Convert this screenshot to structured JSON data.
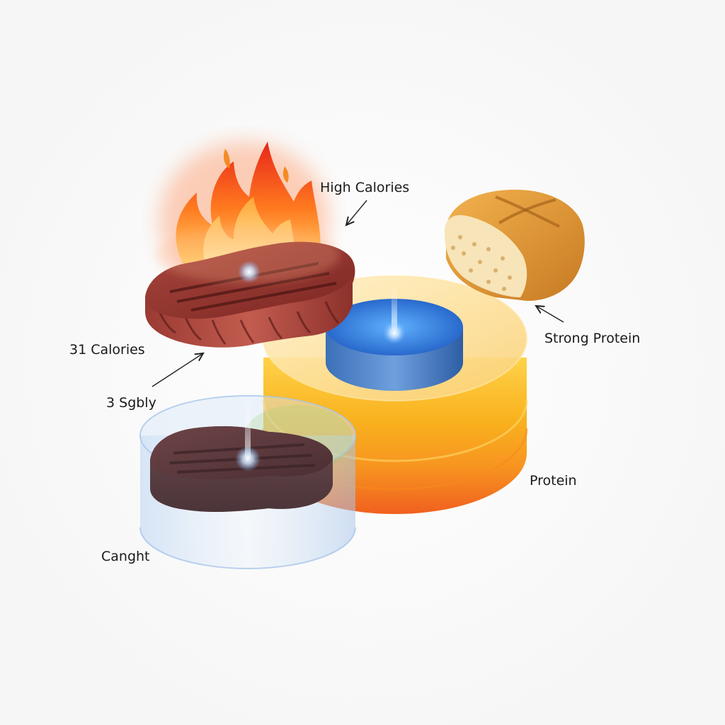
{
  "labels": {
    "high_calories": "High Calories",
    "strong_protein": "Strong Protein",
    "calories_31": "31 Calories",
    "sgbly": "3 Sgbly",
    "protein": "Protein",
    "canght": "Canght"
  },
  "colors": {
    "flame_outer": "#f5451e",
    "flame_inner": "#ffb347",
    "steak_top": "#8c2f2a",
    "steak_side": "#b2453c",
    "grill_line": "#5a1a17",
    "orange_band": "#f7a21a",
    "yellow_band": "#ffc93c",
    "blue_disc": "#2f6fd0",
    "glass_cylinder": "#cfe0f5",
    "dark_steak": "#5c3b3e",
    "bread_crust": "#d9912f",
    "bread_crumb": "#f7e4b8"
  },
  "icons": [
    "flame-icon",
    "steak-icon",
    "bread-icon",
    "dark-steak-icon"
  ]
}
